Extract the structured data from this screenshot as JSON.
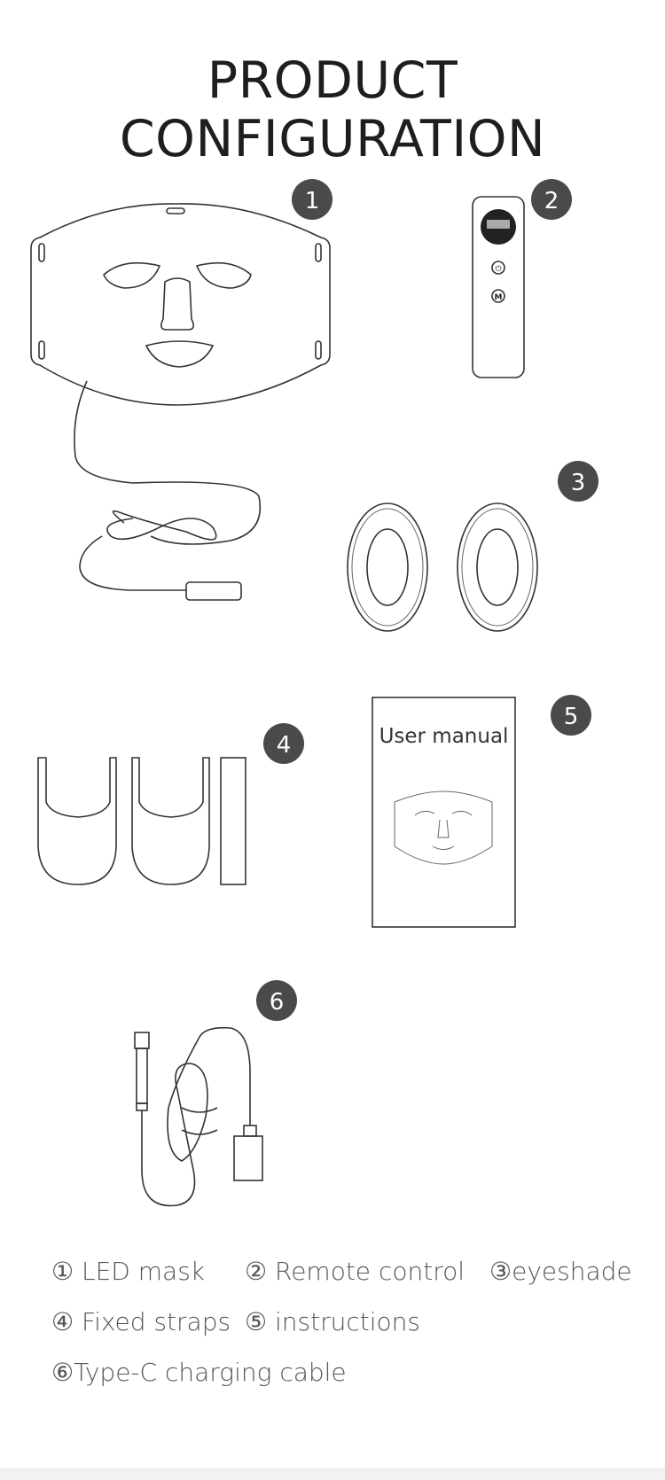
{
  "header": {
    "title": "PRODUCT CONFIGURATION"
  },
  "badges": [
    "1",
    "2",
    "3",
    "4",
    "5",
    "6"
  ],
  "manual": {
    "label": "User manual"
  },
  "legend": {
    "items": [
      "① LED mask",
      "② Remote control",
      "③eyeshade",
      "④ Fixed straps",
      "⑤ instructions",
      "⑥Type-C charging cable"
    ]
  },
  "colors": {
    "badge": "#4a4a4a",
    "line": "#333333",
    "legend_text": "#555555"
  }
}
